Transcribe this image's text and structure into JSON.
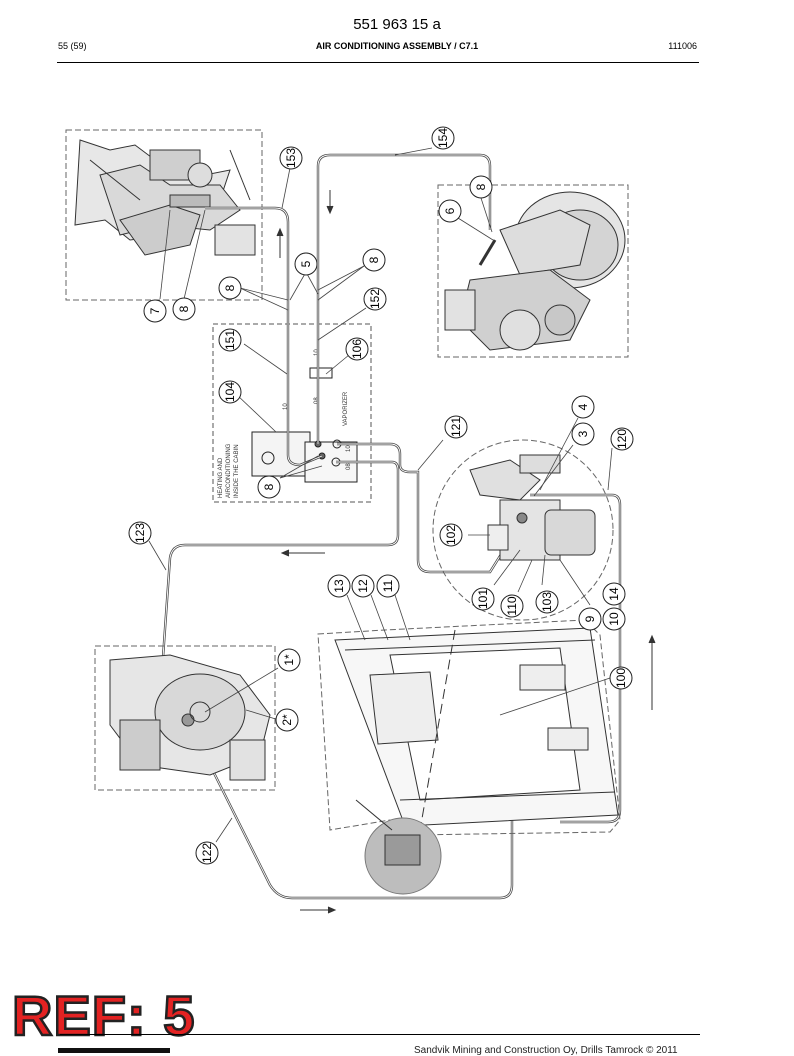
{
  "header": {
    "doc_number": "551 963 15 a",
    "page": "55 (59)",
    "title": "AIR CONDITIONING ASSEMBLY / C7.1",
    "date": "111006"
  },
  "diagram": {
    "box_text": {
      "heating_line1": "HEATING  AND",
      "heating_line2": "AIRCONDITIONING",
      "heating_line3": "INSIDE THE CABIN",
      "vaporizer": "VAPORIZER",
      "port_1": "10",
      "port_2": "08",
      "port_3": "10",
      "port_4": "08",
      "port_5": "10"
    },
    "callouts": [
      "154",
      "153",
      "8",
      "6",
      "5",
      "8",
      "8",
      "152",
      "7",
      "8",
      "151",
      "106",
      "104",
      "4",
      "3",
      "120",
      "121",
      "8",
      "102",
      "123",
      "13",
      "12",
      "11",
      "101",
      "110",
      "103",
      "9",
      "14",
      "10",
      "1*",
      "100",
      "2*",
      "122"
    ]
  },
  "stamp": {
    "text": "REF: 5"
  },
  "footer": {
    "copyright": "Sandvik Mining and Construction Oy, Drills Tamrock © 2011"
  }
}
